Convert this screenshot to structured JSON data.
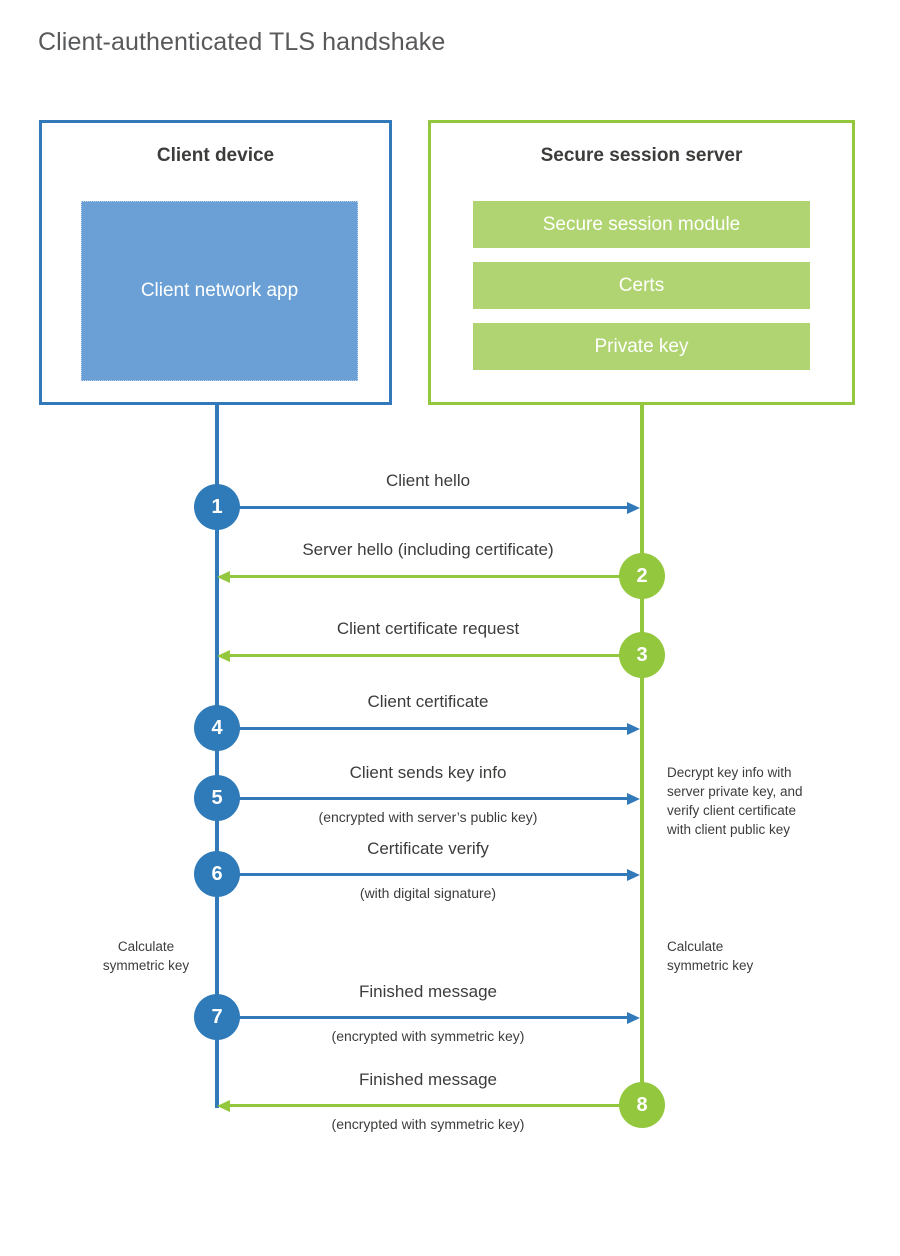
{
  "title": "Client-authenticated TLS handshake",
  "colors": {
    "client_accent": "#3279b9",
    "client_fill": "#6aa0d6",
    "server_accent": "#93c83e",
    "server_fill": "#b1d472",
    "text": "#3c3c3b",
    "title_text": "#58595b"
  },
  "participants": {
    "client": {
      "title": "Client device",
      "block_label": "Client network\napp"
    },
    "server": {
      "title": "Secure session server",
      "bars": [
        "Secure session module",
        "Certs",
        "Private key"
      ]
    }
  },
  "messages": [
    {
      "step": "1",
      "label": "Client hello",
      "sublabel": "",
      "direction": "client-to-server",
      "color": "#3279b9"
    },
    {
      "step": "2",
      "label": "Server hello (including certificate)",
      "sublabel": "",
      "direction": "server-to-client",
      "color": "#93c83e"
    },
    {
      "step": "3",
      "label": "Client certificate request",
      "sublabel": "",
      "direction": "server-to-client",
      "color": "#93c83e"
    },
    {
      "step": "4",
      "label": "Client certificate",
      "sublabel": "",
      "direction": "client-to-server",
      "color": "#3279b9"
    },
    {
      "step": "5",
      "label": "Client sends key info",
      "sublabel": "(encrypted with server’s public key)",
      "direction": "client-to-server",
      "color": "#3279b9"
    },
    {
      "step": "6",
      "label": "Certificate verify",
      "sublabel": "(with digital signature)",
      "direction": "client-to-server",
      "color": "#3279b9"
    },
    {
      "step": "7",
      "label": "Finished message",
      "sublabel": "(encrypted with symmetric key)",
      "direction": "client-to-server",
      "color": "#3279b9"
    },
    {
      "step": "8",
      "label": "Finished message",
      "sublabel": "(encrypted with symmetric key)",
      "direction": "server-to-client",
      "color": "#93c83e"
    }
  ],
  "annotations": {
    "server_decrypt": "Decrypt key info with\nserver private key, and\nverify client certificate\nwith client public key",
    "client_calculate": "Calculate\nsymmetric key",
    "server_calculate": "Calculate\nsymmetric key"
  }
}
